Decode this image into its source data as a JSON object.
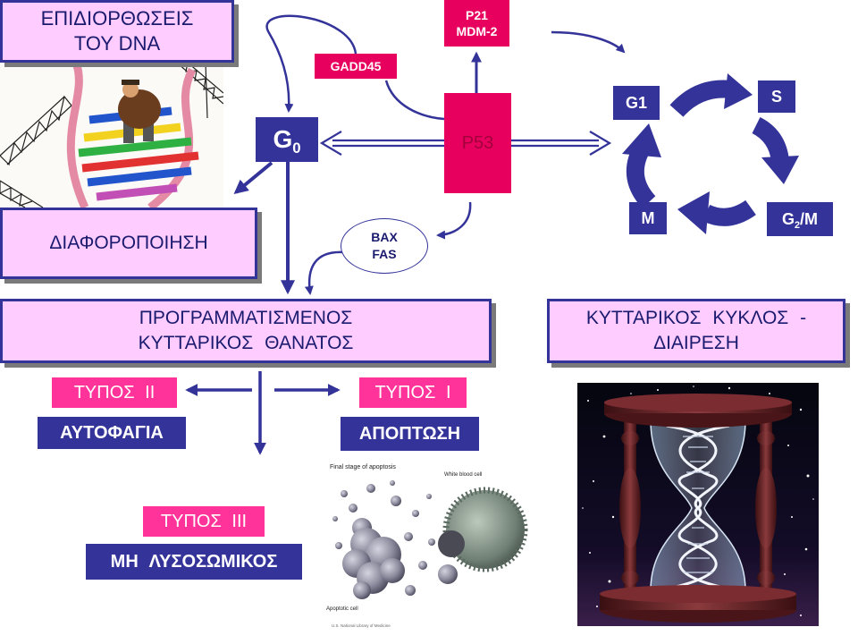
{
  "colors": {
    "navy": "#333399",
    "pink_box": "#ffccff",
    "crimson": "#e8005f",
    "magenta": "#ff3399",
    "text_navy": "#1a1a6e"
  },
  "boxes": {
    "dna_repair": {
      "line1": "ΕΠΙΔΙΟΡΘΩΣΕΙΣ",
      "line2": "ΤΟΥ DNA"
    },
    "differentiation": {
      "label": "ΔΙΑΦΟΡΟΠΟΙΗΣΗ"
    },
    "programmed_cell_death": {
      "line1": "ΠΡΟΓΡΑΜΜΑΤΙΣΜΕΝΟΣ",
      "line2": "ΚΥΤΤΑΡΙΚΟΣ ΘΑΝΑΤΟΣ"
    },
    "cell_cycle_division": {
      "line1": "ΚΥΤΤΑΡΙΚΟΣ ΚΥΚΛΟΣ -",
      "line2": "ΔΙΑΙΡΕΣΗ"
    }
  },
  "nodes": {
    "g0": {
      "base": "G",
      "sub": "0"
    },
    "p53": "P53",
    "gadd45": "GADD45",
    "p21_mdm2": {
      "line1": "P21",
      "line2": "MDM-2"
    },
    "bax_fas": {
      "line1": "BAX",
      "line2": "FAS"
    }
  },
  "cell_cycle": {
    "g1": "G1",
    "s": "S",
    "g2m": {
      "base": "G",
      "sub": "2",
      "suffix": "/M"
    },
    "m": "M"
  },
  "death_types": {
    "type2": {
      "label": "ΤΥΠΟΣ II",
      "name": "ΑΥΤΟΦΑΓΙΑ"
    },
    "type1": {
      "label": "ΤΥΠΟΣ I",
      "name": "ΑΠΟΠΤΩΣΗ"
    },
    "type3": {
      "label": "ΤΥΠΟΣ III",
      "name": "ΜΗ ΛΥΣΟΣΩΜΙΚΟΣ"
    }
  },
  "apoptosis_image": {
    "title": "Final stage of apoptosis",
    "label_right": "White blood cell",
    "label_left": "Apoptotic cell",
    "credit": "U.S. National Library of Medicine"
  }
}
